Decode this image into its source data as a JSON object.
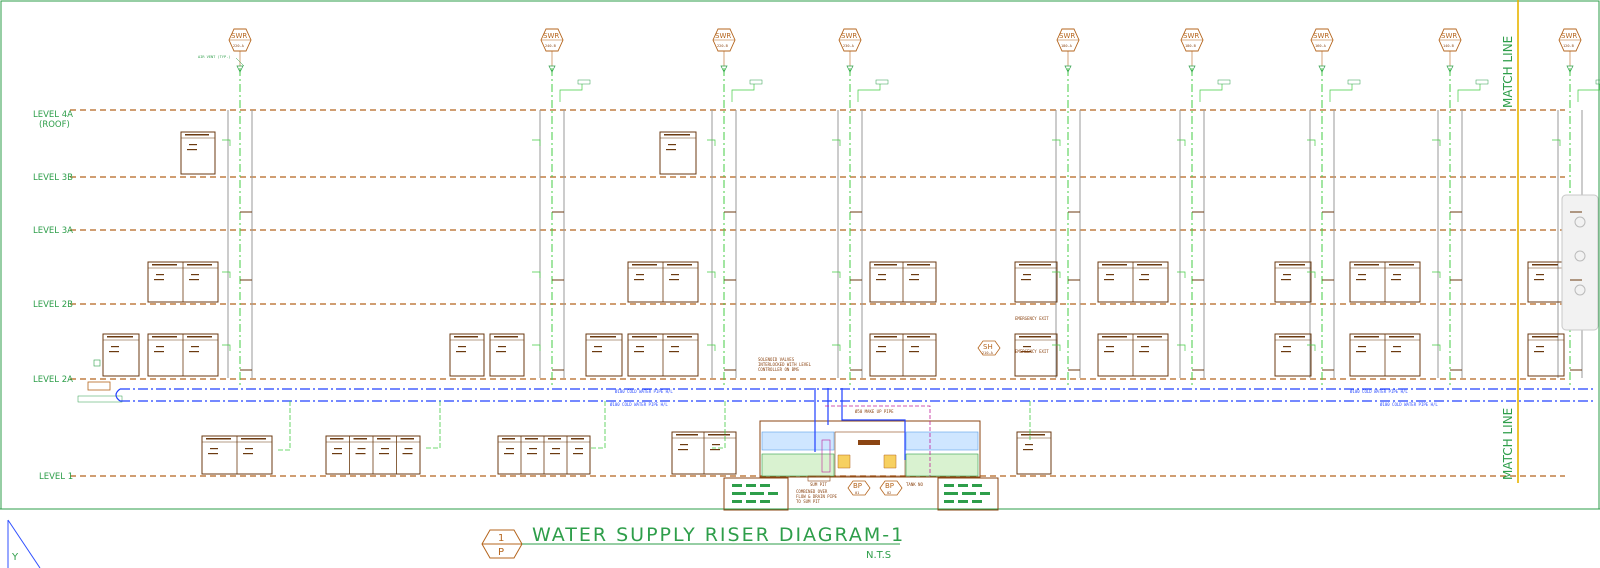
{
  "diagram": {
    "title": "WATER SUPPLY RISER DIAGRAM-1",
    "scale_note": "N.T.S",
    "detail_number": "1",
    "detail_sheet": "P",
    "axis_label": "Y",
    "match_line_label": "MATCH LINE",
    "levels": [
      {
        "label": "LEVEL 4A",
        "sub": "(ROOF)"
      },
      {
        "label": "LEVEL 3B"
      },
      {
        "label": "LEVEL 3A"
      },
      {
        "label": "LEVEL 2B"
      },
      {
        "label": "LEVEL 2A"
      },
      {
        "label": "LEVEL 1"
      }
    ],
    "swr_tags": [
      {
        "top": "SWR",
        "bottom": "220-A"
      },
      {
        "top": "SWR",
        "bottom": "240-B"
      },
      {
        "top": "SWR",
        "bottom": "220-B"
      },
      {
        "top": "SWR",
        "bottom": "230-A"
      },
      {
        "top": "SWR",
        "bottom": "180-A"
      },
      {
        "top": "SWR",
        "bottom": "180-B"
      },
      {
        "top": "SWR",
        "bottom": "160-A"
      },
      {
        "top": "SWR",
        "bottom": "140-B"
      },
      {
        "top": "SWR",
        "bottom": "120-B"
      }
    ],
    "sh_tag": {
      "top": "SH",
      "bottom": "210-A"
    },
    "bp_tags": [
      {
        "top": "BP",
        "bottom": "01"
      },
      {
        "top": "BP",
        "bottom": "02"
      }
    ],
    "annotations": {
      "air_vent": "AIR VENT (TYP.)",
      "solenoid": "SOLENOID VALVES INTERLOCKED WITH LEVEL CONTROLLER ON BMS",
      "combined_over": "COMBINED OVER FLOW & DRAIN PIPE TO SUM PIT",
      "cold_water_main": "Ø100 COLD WATER PIPE H/L",
      "cold_water_lower": "Ø100 COLD WATER PIPE H/L",
      "cold_water_right": "Ø100 COLD WATER PIPE H/L",
      "make_up": "Ø50 MAKE UP PIPE",
      "sum_pit": "SUM PIT",
      "tank_no": "TANK NO",
      "emergency_exit": "EMERGENCY EXIT",
      "emergency_exit_2": "EMERGENCY EXIT"
    },
    "colors": {
      "level_line": "#b5651d",
      "text_green": "#2e9e4a",
      "pipe_blue": "#2040ff",
      "riser_green": "#44cc44",
      "box_brown": "#8b4513",
      "match_yellow": "#e8b400"
    }
  }
}
